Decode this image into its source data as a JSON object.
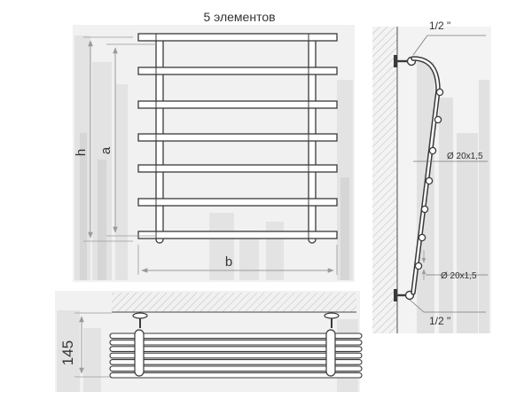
{
  "diagram": {
    "front_view": {
      "title": "5 элементов",
      "dim_h": "h",
      "dim_a": "a",
      "dim_b": "b"
    },
    "side_view": {
      "top_connection": "1/2 \"",
      "bottom_connection": "1/2 \"",
      "pipe_main": "Ø 20x1,5",
      "pipe_rungs": "Ø 20x1,5"
    },
    "top_view": {
      "depth": "145"
    }
  },
  "colors": {
    "line": "#3a3a3a",
    "fill": "#ffffff",
    "bg_city": "#ebebeb",
    "bg_city_dark": "#dcdcdc",
    "dim_line": "#9a9a9a",
    "hatch": "#bdbdbd"
  }
}
